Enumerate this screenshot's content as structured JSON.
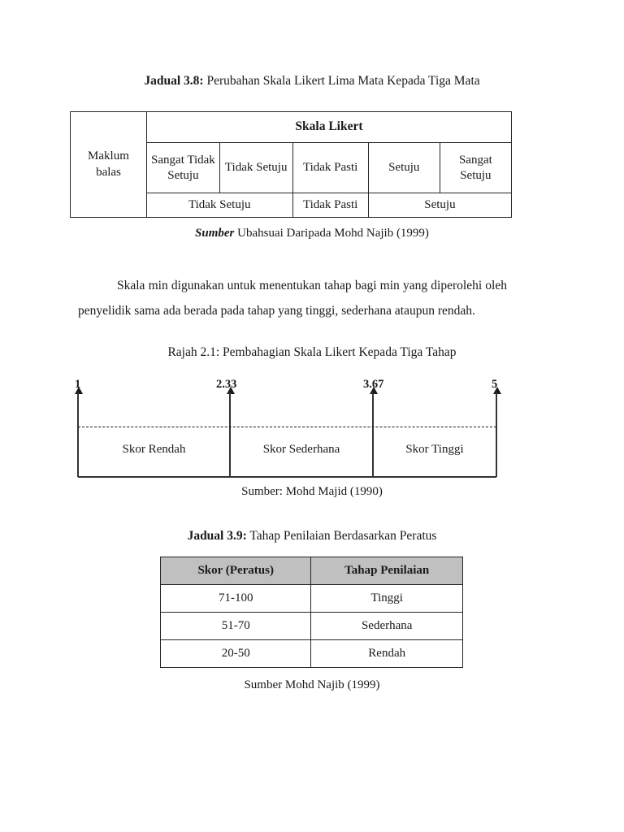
{
  "table_3_8": {
    "caption_lead": "Jadual 3.8:",
    "caption_rest": " Perubahan Skala Likert Lima Mata Kepada Tiga Mata",
    "row_label": "Maklum\nbalas",
    "row_label_line1": "Maklum",
    "row_label_line2": "balas",
    "group_header": "Skala Likert",
    "five_point": [
      "Sangat Tidak Setuju",
      "Tidak Setuju",
      "Tidak Pasti",
      "Setuju",
      "Sangat Setuju"
    ],
    "three_point": [
      "Tidak Setuju",
      "Tidak Pasti",
      "Setuju"
    ],
    "source_lead": "Sumber",
    "source_rest": " Ubahsuai Daripada Mohd Najib (1999)"
  },
  "paragraph": {
    "text": "Skala min digunakan untuk menentukan tahap bagi min yang diperolehi oleh penyelidik sama ada berada pada tahap yang tinggi, sederhana ataupun rendah."
  },
  "figure_2_1": {
    "caption": "Rajah 2.1: Pembahagian Skala Likert Kepada Tiga Tahap",
    "scale_marks": [
      "1",
      "2.33",
      "3.67",
      "5"
    ],
    "bands": [
      "Skor Rendah",
      "Skor Sederhana",
      "Skor Tinggi"
    ],
    "source": "Sumber:  Mohd Majid (1990)"
  },
  "table_3_9": {
    "caption_lead": "Jadual 3.9:",
    "caption_rest": " Tahap Penilaian Berdasarkan Peratus",
    "headers": [
      "Skor (Peratus)",
      "Tahap Penilaian"
    ],
    "rows": [
      {
        "skor": "71-100",
        "tahap": "Tinggi"
      },
      {
        "skor": "51-70",
        "tahap": "Sederhana"
      },
      {
        "skor": "20-50",
        "tahap": "Rendah"
      }
    ],
    "source": "Sumber Mohd Najib (1999)",
    "header_bg": "#c0c0c0"
  }
}
